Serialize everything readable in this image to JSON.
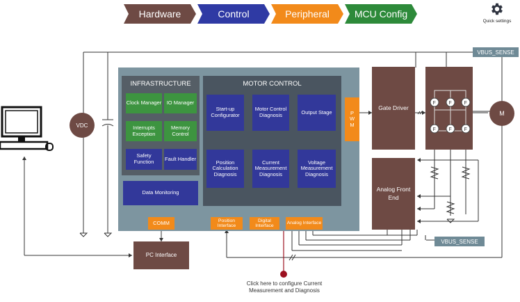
{
  "tabs": [
    {
      "label": "Hardware",
      "color": "#6e4a44"
    },
    {
      "label": "Control",
      "color": "#2f3aa4"
    },
    {
      "label": "Peripheral",
      "color": "#f28a1a"
    },
    {
      "label": "MCU Config",
      "color": "#2d8a3a"
    }
  ],
  "quick_settings": {
    "label": "Quick settings",
    "icon": "gear-icon"
  },
  "vbus_sense_top": "VBUS_SENSE",
  "vbus_sense_bottom": "VBUS_SENSE",
  "vdc": "VDC",
  "infrastructure": {
    "title": "INFRASTRUCTURE",
    "items": [
      "Clock Manager",
      "IO Manager",
      "Interrupts Exception",
      "Memory Control",
      "Safety Function",
      "Fault Handler"
    ],
    "data_monitoring": "Data Monitoring"
  },
  "motor_control": {
    "title": "MOTOR CONTROL",
    "startup": "Start-up Configurator",
    "motor_diag": "Motor Control Diagnosis",
    "output": "Output Stage",
    "position_diag": "Position Calculation Diagnosis",
    "current_diag": "Current Measurement Diagnosis",
    "voltage_diag": "Voltage Measurement Diagnosis"
  },
  "pwm": "P W M",
  "interfaces": {
    "comm": "COMM",
    "position": "Position Interface",
    "digital": "Digital Interface",
    "analog": "Analog Interface"
  },
  "gate_driver": "Gate Driver",
  "analog_front_end": "Analog Front End",
  "pc_interface": "PC Interface",
  "motor": "M",
  "click_note": "Click here to configure Current Measurement and Diagnosis",
  "colors": {
    "green": "#3d9440",
    "blue": "#32389a",
    "orange": "#f28a1a",
    "brown": "#6e4a44",
    "panel": "#7d95a0"
  }
}
